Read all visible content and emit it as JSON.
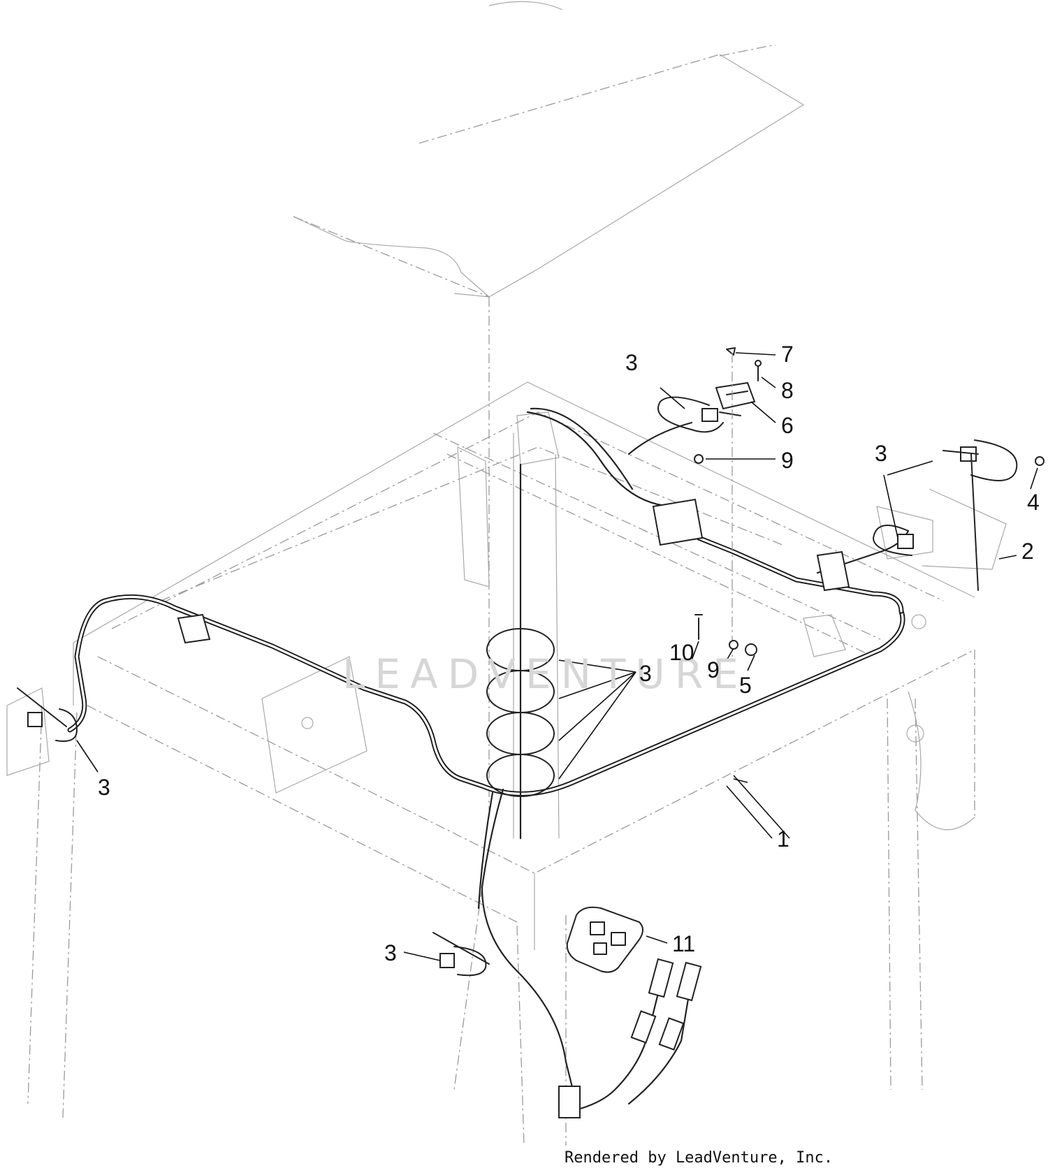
{
  "watermark": "LEADVENTURE",
  "footer": "Rendered by LeadVenture, Inc.",
  "callouts": {
    "c1": "1",
    "c2": "2",
    "c3": "3",
    "c4": "4",
    "c5": "5",
    "c6": "6",
    "c7": "7",
    "c8": "8",
    "c9": "9",
    "c10": "10",
    "c11": "11"
  }
}
